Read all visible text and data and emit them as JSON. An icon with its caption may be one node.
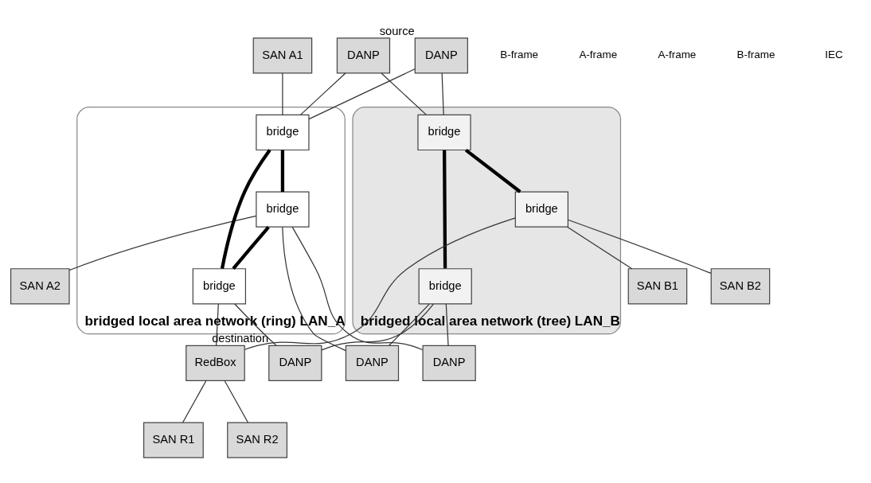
{
  "diagram": {
    "nodes": [
      {
        "text": [
          "bridged local area network (ring) LAN_A"
        ]
      },
      {
        "text": [
          "bridge"
        ],
        "in": 0
      },
      {
        "text": [
          "bridge"
        ],
        "in": 0
      },
      {
        "text": [
          "bridge"
        ],
        "in": 0
      },
      {
        "text": [
          "bridged local area network (tree) LAN_B"
        ]
      },
      {
        "text": [
          "bridge"
        ],
        "in": 4
      },
      {
        "text": [
          "bridge"
        ],
        "in": 4
      },
      {
        "text": [
          "bridge"
        ],
        "in": 4
      },
      {
        "text": [
          "SAN A1"
        ]
      },
      {
        "text": [
          "DANP"
        ],
        "beside": [
          "source"
        ]
      },
      {
        "text": [
          "DANP"
        ]
      },
      {
        "text": [
          "SAN A2"
        ]
      },
      {
        "text": [
          "DANP"
        ]
      },
      {
        "text": [
          "DANP"
        ]
      },
      {
        "text": [
          "DANP"
        ],
        "beside": [
          "destination"
        ]
      },
      {
        "text": [
          "RedBox"
        ]
      },
      {
        "text": [
          "SAN B1"
        ]
      },
      {
        "text": [
          "SAN B2"
        ]
      },
      {
        "text": [
          "SAN R1"
        ]
      },
      {
        "text": [
          "SAN R2"
        ]
      }
    ],
    "edges": [
      {
        "from": 8,
        "to": 1,
        "arrow": "none"
      },
      {
        "from": 9,
        "to": 1,
        "arrow": "none"
      },
      {
        "from": 9,
        "to": 5,
        "arrow": "none"
      },
      {
        "from": 10,
        "to": 1,
        "arrow": "none"
      },
      {
        "from": 10,
        "to": 5,
        "arrow": "none"
      },
      {
        "from": 1,
        "to": 2,
        "arrow": "none",
        "style": "thick"
      },
      {
        "from": 2,
        "to": 3,
        "arrow": "none",
        "style": "thick"
      },
      {
        "from": 3,
        "to": 1,
        "arrow": "none",
        "style": "thick"
      },
      {
        "from": 5,
        "to": 6,
        "arrow": "none",
        "style": "thick"
      },
      {
        "from": 5,
        "to": 7,
        "arrow": "none",
        "style": "thick"
      },
      {
        "from": 2,
        "to": 12,
        "arrow": "none"
      },
      {
        "from": 2,
        "to": 11,
        "arrow": "none"
      },
      {
        "from": 2,
        "to": 13,
        "arrow": "none"
      },
      {
        "from": 3,
        "to": 14,
        "arrow": "none"
      },
      {
        "from": 3,
        "to": 15,
        "arrow": "none"
      },
      {
        "from": 6,
        "to": 12,
        "arrow": "none"
      },
      {
        "from": 6,
        "to": 13,
        "arrow": "none"
      },
      {
        "from": 6,
        "to": 14,
        "arrow": "none"
      },
      {
        "from": 7,
        "to": 15,
        "arrow": "none"
      },
      {
        "from": 7,
        "to": 16,
        "arrow": "none"
      },
      {
        "from": 7,
        "to": 17,
        "arrow": "none"
      },
      {
        "from": 15,
        "to": 18,
        "arrow": "none"
      },
      {
        "from": 15,
        "to": 19,
        "arrow": "none"
      }
    ],
    "labels": [
      "B-frame",
      "A-frame",
      "A-frame",
      "B-frame",
      "IEC"
    ]
  }
}
